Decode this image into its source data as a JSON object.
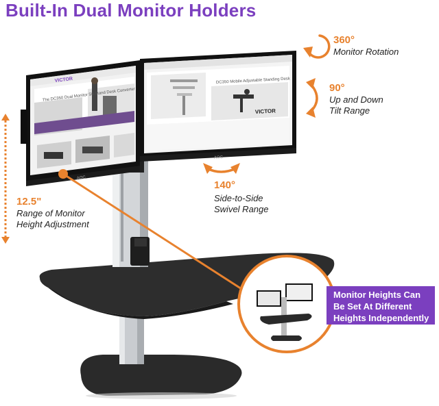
{
  "title": "Built-In Dual Monitor Holders",
  "features": {
    "rotation": {
      "value": "360°",
      "label": "Monitor Rotation"
    },
    "tilt": {
      "value": "90°",
      "label_line1": "Up and Down",
      "label_line2": "Tilt Range"
    },
    "swivel": {
      "value": "140°",
      "label_line1": "Side-to-Side",
      "label_line2": "Swivel Range"
    },
    "height": {
      "value": "12.5\"",
      "label_line1": "Range of Monitor",
      "label_line2": "Height Adjustment"
    }
  },
  "callout": {
    "line1": "Monitor Heights Can",
    "line2": "Be Set At Different",
    "line3": "Heights Independently"
  },
  "left_monitor": {
    "brand": "AOC",
    "logo": "VICTOR",
    "heading": "The DC350 Dual Monitor Sit-Stand Desk Converter"
  },
  "right_monitor": {
    "brand": "AOC",
    "heading": "DC350 Mobile Adjustable Standing Desk",
    "logo": "VICTOR"
  },
  "colors": {
    "accent": "#e8822e",
    "purple": "#7b3fbf",
    "desk": "#2b2b2b",
    "pole": "#c9ccd0"
  }
}
